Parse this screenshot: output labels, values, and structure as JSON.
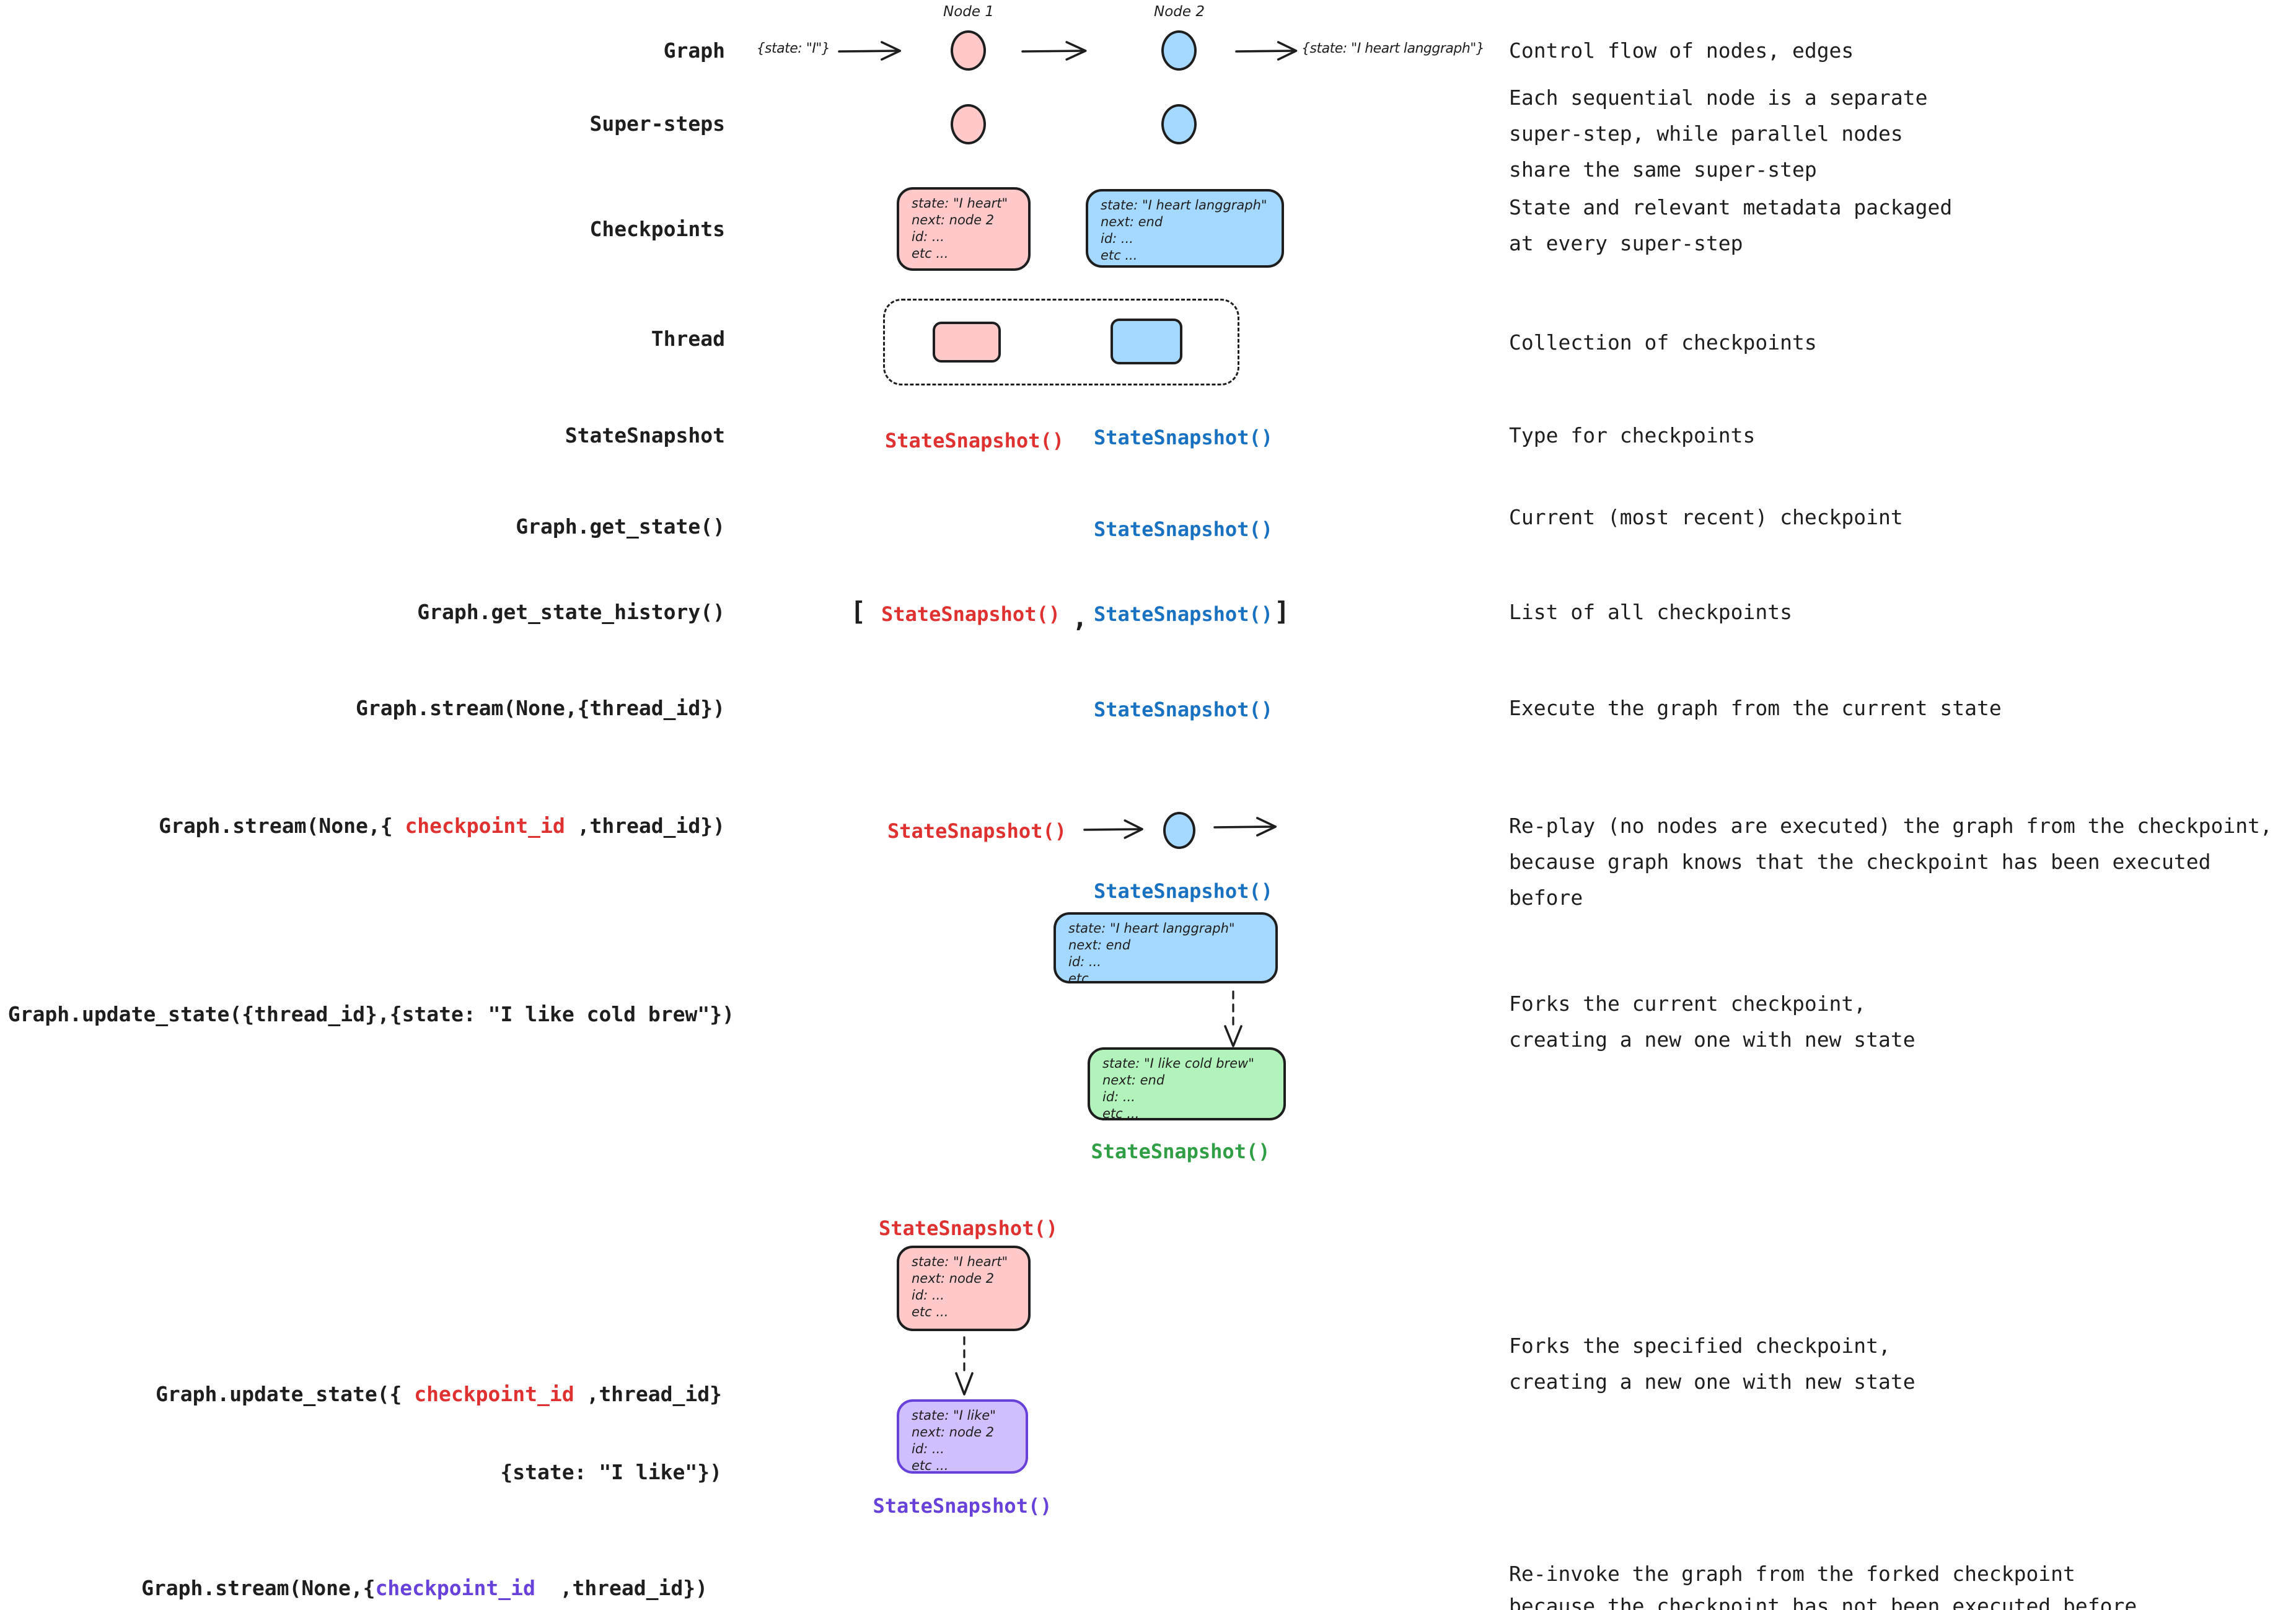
{
  "colors": {
    "ink": "#1e1e1e",
    "pink_fill": "#ffc9c9",
    "blue_fill": "#a5d8ff",
    "green_fill": "#b2f2bb",
    "purple_fill": "#d0bfff",
    "red_text": "#e03131",
    "blue_text": "#1971c2",
    "green_text": "#2f9e44",
    "purple_text": "#6741d9"
  },
  "snapshot_label": "StateSnapshot()",
  "boxes": {
    "pink": {
      "lines": [
        "state: \"I heart\"",
        "next: node 2",
        "id: ...",
        "etc ..."
      ]
    },
    "blue": {
      "lines": [
        "state: \"I heart langgraph\"",
        "next: end",
        "id: ...",
        "etc ..."
      ]
    },
    "green": {
      "lines": [
        "state: \"I like cold brew\"",
        "next: end",
        "id: ...",
        "etc ..."
      ]
    },
    "purple": {
      "lines": [
        "state: \"I like\"",
        "next: node 2",
        "id: ...",
        "etc ..."
      ]
    }
  },
  "graph_row": {
    "label": "Graph",
    "node1": "Node 1",
    "node2": "Node 2",
    "input_state": "{state: \"I\"}",
    "output_state": "{state: \"I heart langgraph\"}",
    "description": "Control flow of nodes, edges"
  },
  "super_steps_row": {
    "label": "Super-steps",
    "description": "Each sequential node is a separate\nsuper-step, while parallel nodes\nshare the same super-step"
  },
  "checkpoints_row": {
    "label": "Checkpoints",
    "description": "State and relevant metadata packaged\nat every super-step"
  },
  "thread_row": {
    "label": "Thread",
    "description": "Collection of checkpoints"
  },
  "snapshot_row": {
    "label": "StateSnapshot",
    "description": "Type for checkpoints"
  },
  "get_state_row": {
    "label": "Graph.get_state()",
    "description": "Current (most recent) checkpoint"
  },
  "history_row": {
    "label": "Graph.get_state_history()",
    "bracket_open": "[",
    "comma": ",",
    "bracket_close": "]",
    "description": "List of all checkpoints"
  },
  "stream_row": {
    "label": "Graph.stream(None,{thread_id})",
    "description": "Execute the graph from the current state"
  },
  "replay_row": {
    "label_pre": "Graph.stream(None,{ ",
    "label_arg": "checkpoint_id",
    "label_post": " ,thread_id})",
    "description": "Re-play (no nodes are executed) the graph from the checkpoint,\nbecause graph knows that the checkpoint has been executed before"
  },
  "fork_current_row": {
    "label": "Graph.update_state({thread_id},{state: \"I like cold brew\"})",
    "description": "Forks the current checkpoint,\ncreating a new one with new state"
  },
  "fork_specified_row": {
    "label_pre": "Graph.update_state({ ",
    "label_arg": "checkpoint_id",
    "label_post": " ,thread_id}",
    "label_line2": "{state: \"I like\"})",
    "description": "Forks the specified checkpoint,\ncreating a new one with new state"
  },
  "reinvoke_row": {
    "label_pre": "Graph.stream(None,{",
    "label_arg": "checkpoint_id",
    "label_post": "  ,thread_id})",
    "description": "Re-invoke the graph from the forked checkpoint\nbecause the checkpoint has not been executed before"
  }
}
